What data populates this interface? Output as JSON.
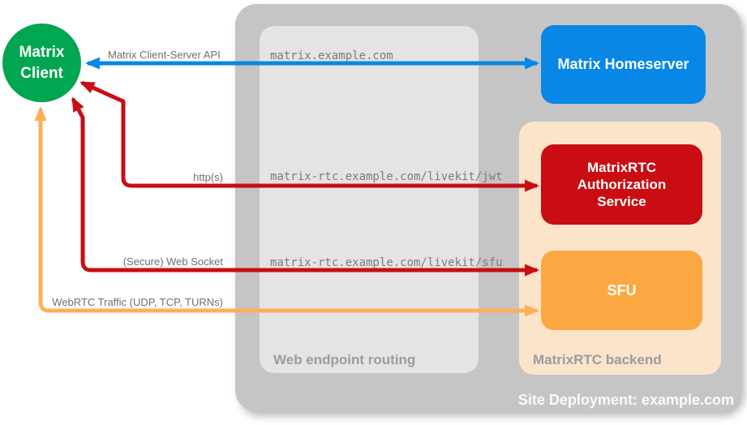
{
  "title": "Site Deployment: example.com",
  "client": {
    "line1": "Matrix",
    "line2": "Client"
  },
  "nodes": {
    "homeserver": {
      "label": "Matrix Homeserver"
    },
    "auth_service": {
      "label": "MatrixRTC Authorization Service"
    },
    "sfu": {
      "label": "SFU"
    }
  },
  "routing_panel": {
    "label": "Web endpoint routing",
    "endpoints": [
      "matrix.example.com",
      "matrix-rtc.example.com/livekit/jwt",
      "matrix-rtc.example.com/livekit/sfu"
    ]
  },
  "backend_panel": {
    "label": "MatrixRTC backend"
  },
  "arrows": {
    "client_server": {
      "label": "Matrix Client-Server API",
      "color": "#0887E6"
    },
    "http": {
      "label": "http(s)",
      "color": "#C90D12"
    },
    "websocket": {
      "label": "(Secure) Web Socket",
      "color": "#C90D12"
    },
    "webrtc": {
      "label": "WebRTC Traffic (UDP, TCP, TURNs)",
      "color": "#FBB058"
    }
  },
  "colors": {
    "client_green": "#00A651",
    "homeserver_blue": "#0887E6",
    "auth_red": "#C90D12",
    "sfu_orange": "#FBA843",
    "webrtc_orange": "#FBB058",
    "backend_peach": "#FCE4CB",
    "outer_gray": "#C5C5C5",
    "panel_gray": "#E4E4E4"
  }
}
